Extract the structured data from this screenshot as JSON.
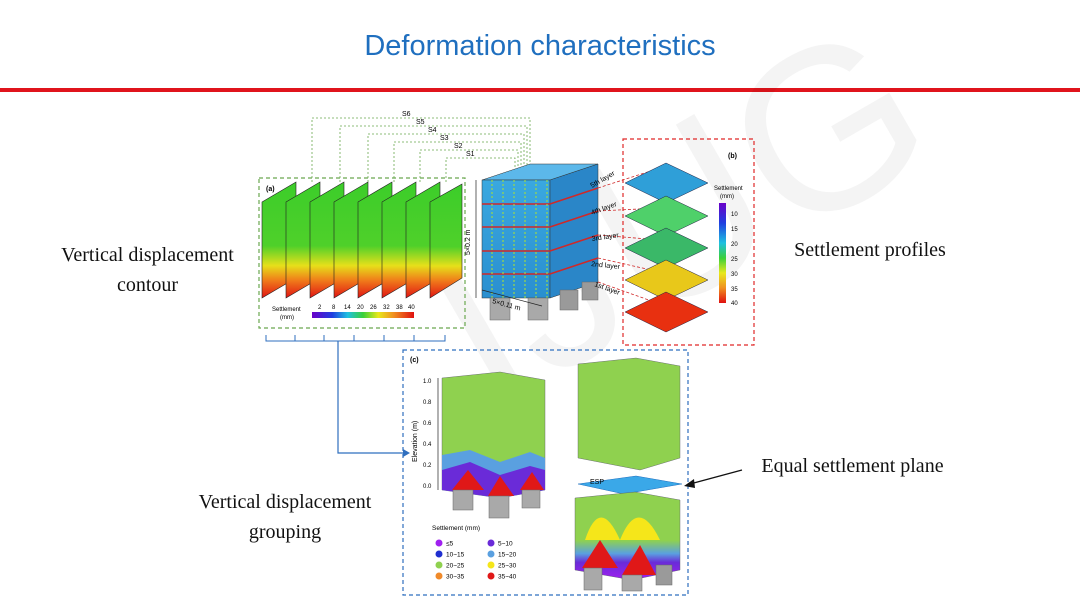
{
  "slide": {
    "title": "Deformation characteristics",
    "labels": {
      "vertical_contour": [
        "Vertical displacement",
        "contour"
      ],
      "settlement_profiles": "Settlement profiles",
      "equal_settlement_plane": "Equal settlement plane",
      "vertical_grouping": [
        "Vertical displacement",
        "grouping"
      ]
    },
    "watermark": "IJUG"
  },
  "panel_a": {
    "tag": "(a)",
    "section_labels": [
      "S6",
      "S5",
      "S4",
      "S3",
      "S2",
      "S1"
    ],
    "legend_title": [
      "Settlement",
      "(mm)"
    ],
    "legend_ticks": [
      "2",
      "8",
      "14",
      "20",
      "26",
      "32",
      "38",
      "40"
    ],
    "dim_vertical": "5×0.2 m",
    "dim_horizontal": "5×0.11 m"
  },
  "panel_b": {
    "tag": "(b)",
    "layers": [
      "5th layer",
      "4th layer",
      "3rd layer",
      "2nd layer",
      "1st layer"
    ],
    "legend_title": [
      "Settlement",
      "(mm)"
    ],
    "legend_ticks": [
      "10",
      "15",
      "20",
      "25",
      "30",
      "35",
      "40"
    ]
  },
  "panel_c": {
    "tag": "(c)",
    "y_axis_label": "Elevation (m)",
    "y_ticks": [
      "1.0",
      "0.8",
      "0.6",
      "0.4",
      "0.2",
      "0.0"
    ],
    "esp_label": "ESP",
    "legend_title": "Settlement (mm)",
    "legend": [
      {
        "label": "≤5",
        "color": "#a020f0"
      },
      {
        "label": "5~10",
        "color": "#6a2bd8"
      },
      {
        "label": "10~15",
        "color": "#1f2fd0"
      },
      {
        "label": "15~20",
        "color": "#5aa0e0"
      },
      {
        "label": "20~25",
        "color": "#8fd14f"
      },
      {
        "label": "25~30",
        "color": "#f5e61a"
      },
      {
        "label": "30~35",
        "color": "#f08a2a"
      },
      {
        "label": "35~40",
        "color": "#e01818"
      }
    ]
  }
}
